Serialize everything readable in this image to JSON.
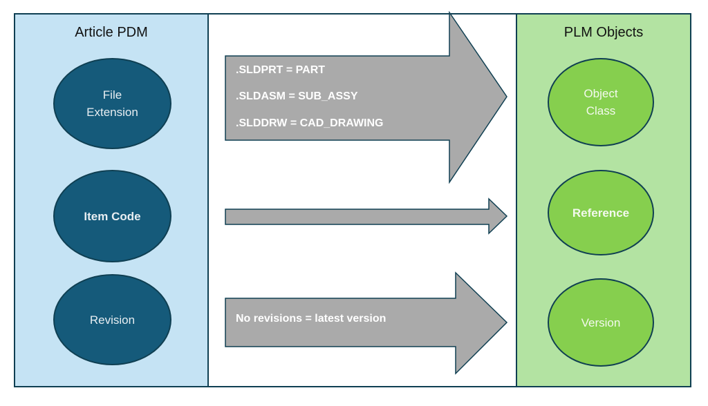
{
  "left_panel": {
    "title": "Article PDM",
    "nodes": [
      {
        "label": "File\nExtension"
      },
      {
        "label": "Item Code"
      },
      {
        "label": "Revision"
      }
    ]
  },
  "right_panel": {
    "title": "PLM Objects",
    "nodes": [
      {
        "label": "Object\nClass"
      },
      {
        "label": "Reference"
      },
      {
        "label": "Version"
      }
    ]
  },
  "mappings": {
    "file_extension": [
      ".SLDPRT = PART",
      ".SLDASM = SUB_ASSY",
      ".SLDDRW = CAD_DRAWING"
    ],
    "revision": "No revisions = latest version"
  },
  "colors": {
    "left_bg": "#c5e3f4",
    "right_bg": "#b3e3a2",
    "dark_node": "#155a7a",
    "green_node": "#86cf4e",
    "arrow_fill": "#aaaaaa",
    "outline": "#0f3f52"
  }
}
